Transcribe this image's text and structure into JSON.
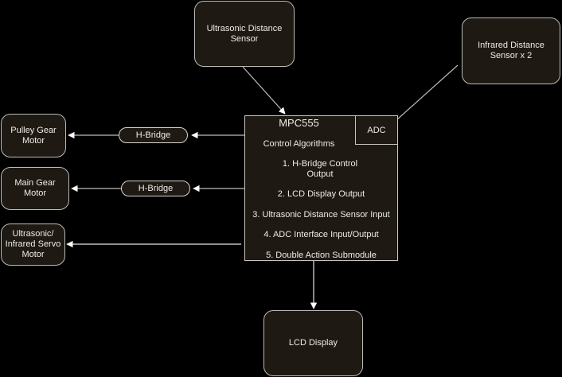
{
  "sensors": {
    "ultrasonic": "Ultrasonic Distance Sensor",
    "infrared": "Infrared Distance Sensor x 2"
  },
  "controller": {
    "title": "MPC555",
    "adc": "ADC",
    "subtitle": "Control Algorithms",
    "items": [
      "1. H-Bridge Control Output",
      "2. LCD Display Output",
      "3. Ultrasonic Distance Sensor Input",
      "4. ADC Interface Input/Output",
      "5. Double Action Submodule"
    ]
  },
  "drivers": {
    "hbridge_1": "H-Bridge",
    "hbridge_2": "H-Bridge"
  },
  "actuators": {
    "pulley_motor": "Pulley Gear Motor",
    "main_motor": "Main Gear Motor",
    "servo_motor": "Ultrasonic/ Infrared Servo Motor",
    "lcd": "LCD Display"
  }
}
